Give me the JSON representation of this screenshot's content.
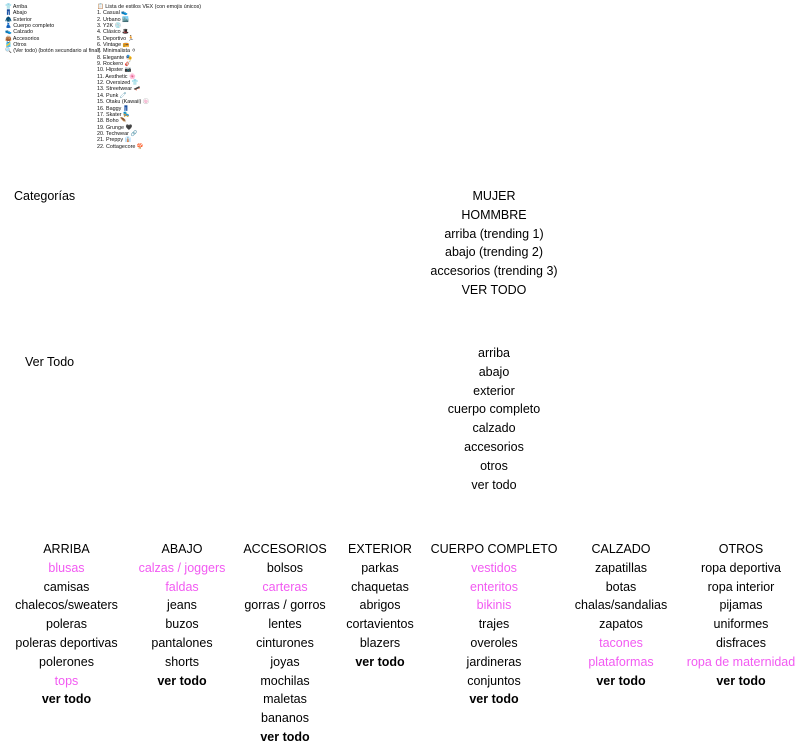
{
  "category_list": [
    "👕 Arriba",
    "👖 Abajo",
    "🧥 Exterior",
    "👗 Cuerpo completo",
    "👟 Calzado",
    "👜 Accesorios",
    "🎽 Otros",
    "🔍 (Ver todo) (botón secundario al final)"
  ],
  "styles_title": "📋 Lista de estilos VEX (con emojis únicos)",
  "styles": [
    "1. Casual 👟",
    "2. Urbano 🏙️",
    "3. Y2K 💿",
    "4. Clásico 🎩",
    "5. Deportivo 🏃",
    "6. Vintage 📻",
    "7. Minimalista ⚪",
    "8. Elegante 🎭",
    "9. Rockero 🎸",
    "10. Hipster 📷",
    "11. Aesthetic 🌸",
    "12. Oversized 👕",
    "13. Streetwear 🛹",
    "14. Punk 🧷",
    "15. Otaku (Kawaii) 🍥",
    "16. Baggy 👖",
    "17. Skater 🛼",
    "18. Boho 🪶",
    "19. Grunge 🖤",
    "20. Techwear 🔗",
    "21. Preppy 👔",
    "22. Cottagecore 🍄"
  ],
  "categorias_label": "Categorías",
  "menu": [
    "MUJER",
    "HOMMBRE",
    "arriba (trending 1)",
    "abajo (trending 2)",
    "accesorios (trending 3)",
    "VER TODO"
  ],
  "ver_todo_label": "Ver Todo",
  "ver_todo_items": [
    "arriba",
    "abajo",
    "exterior",
    "cuerpo completo",
    "calzado",
    "accesorios",
    "otros",
    "ver todo"
  ],
  "highlight_color": "#f25af2",
  "columns": [
    {
      "title": "ARRIBA",
      "items": [
        {
          "text": "blusas",
          "style": "pink"
        },
        {
          "text": "camisas",
          "style": "normal"
        },
        {
          "text": "chalecos/sweaters",
          "style": "normal"
        },
        {
          "text": "poleras",
          "style": "normal"
        },
        {
          "text": "poleras deportivas",
          "style": "normal"
        },
        {
          "text": "polerones",
          "style": "normal"
        },
        {
          "text": "tops",
          "style": "pink"
        },
        {
          "text": "ver todo",
          "style": "bold"
        }
      ]
    },
    {
      "title": "ABAJO",
      "items": [
        {
          "text": "calzas / joggers",
          "style": "pink"
        },
        {
          "text": "faldas",
          "style": "pink"
        },
        {
          "text": "jeans",
          "style": "normal"
        },
        {
          "text": "buzos",
          "style": "normal"
        },
        {
          "text": "pantalones",
          "style": "normal"
        },
        {
          "text": "shorts",
          "style": "normal"
        },
        {
          "text": "ver todo",
          "style": "bold"
        }
      ]
    },
    {
      "title": "ACCESORIOS",
      "items": [
        {
          "text": "bolsos",
          "style": "normal"
        },
        {
          "text": "carteras",
          "style": "pink"
        },
        {
          "text": "gorras / gorros",
          "style": "normal"
        },
        {
          "text": "lentes",
          "style": "normal"
        },
        {
          "text": "cinturones",
          "style": "normal"
        },
        {
          "text": "joyas",
          "style": "normal"
        },
        {
          "text": "mochilas",
          "style": "normal"
        },
        {
          "text": "maletas",
          "style": "normal"
        },
        {
          "text": "bananos",
          "style": "normal"
        },
        {
          "text": "ver todo",
          "style": "bold"
        }
      ]
    },
    {
      "title": "EXTERIOR",
      "items": [
        {
          "text": "parkas",
          "style": "normal"
        },
        {
          "text": "chaquetas",
          "style": "normal"
        },
        {
          "text": "abrigos",
          "style": "normal"
        },
        {
          "text": "cortavientos",
          "style": "normal"
        },
        {
          "text": "blazers",
          "style": "normal"
        },
        {
          "text": "ver todo",
          "style": "bold"
        }
      ]
    },
    {
      "title": "CUERPO COMPLETO",
      "items": [
        {
          "text": "vestidos",
          "style": "pink"
        },
        {
          "text": "enteritos",
          "style": "pink"
        },
        {
          "text": "bikinis",
          "style": "pink"
        },
        {
          "text": "trajes",
          "style": "normal"
        },
        {
          "text": "overoles",
          "style": "normal"
        },
        {
          "text": "jardineras",
          "style": "normal"
        },
        {
          "text": "conjuntos",
          "style": "normal"
        },
        {
          "text": "ver todo",
          "style": "bold"
        }
      ]
    },
    {
      "title": "CALZADO",
      "items": [
        {
          "text": "zapatillas",
          "style": "normal"
        },
        {
          "text": "botas",
          "style": "normal"
        },
        {
          "text": "chalas/sandalias",
          "style": "normal"
        },
        {
          "text": "zapatos",
          "style": "normal"
        },
        {
          "text": "tacones",
          "style": "pink"
        },
        {
          "text": "plataformas",
          "style": "pink"
        },
        {
          "text": "ver todo",
          "style": "bold"
        }
      ]
    },
    {
      "title": "OTROS",
      "items": [
        {
          "text": "ropa deportiva",
          "style": "normal"
        },
        {
          "text": "ropa interior",
          "style": "normal"
        },
        {
          "text": "pijamas",
          "style": "normal"
        },
        {
          "text": "uniformes",
          "style": "normal"
        },
        {
          "text": "disfraces",
          "style": "normal"
        },
        {
          "text": "ropa de maternidad",
          "style": "pink"
        },
        {
          "text": "ver todo",
          "style": "bold"
        }
      ]
    }
  ]
}
